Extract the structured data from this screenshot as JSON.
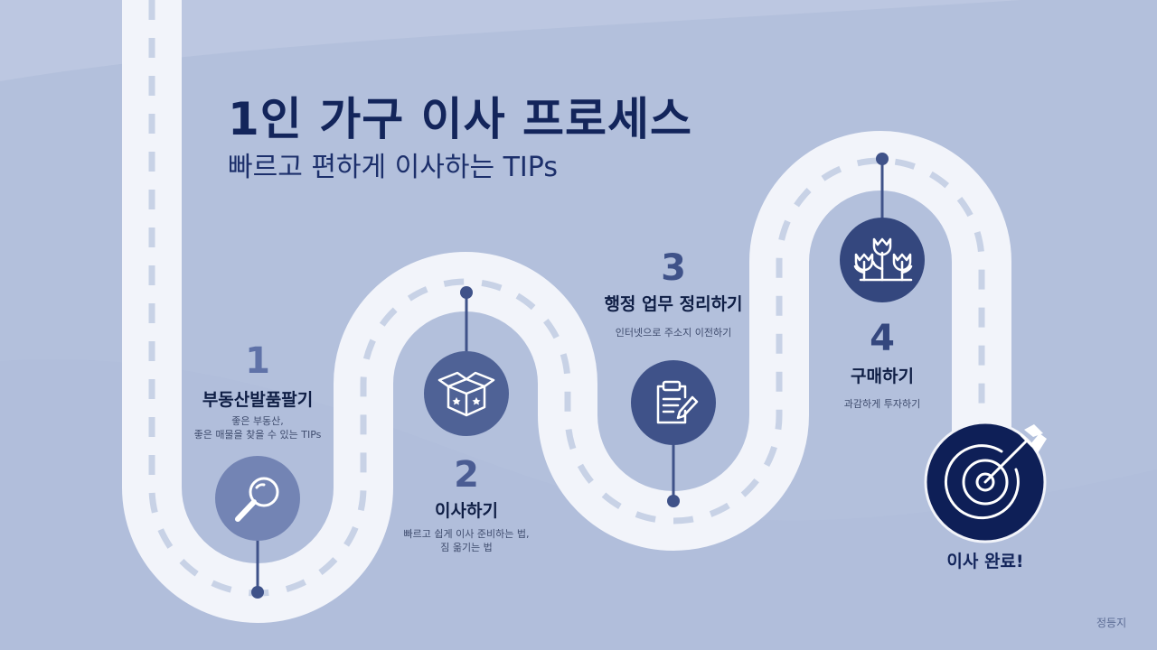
{
  "header": {
    "title": "1인 가구 이사 프로세스",
    "subtitle": "빠르고 편하게 이사하는 TIPs"
  },
  "steps": [
    {
      "number": "1",
      "title": "부동산발품팔기",
      "description_lines": [
        "좋은 부동산,",
        "좋은 매물을 찾을 수 있는 TIPs"
      ],
      "icon": "magnifier-icon"
    },
    {
      "number": "2",
      "title": "이사하기",
      "description_lines": [
        "빠르고 쉽게 이사 준비하는 법,",
        "짐 옮기는 법"
      ],
      "icon": "gift-box-icon"
    },
    {
      "number": "3",
      "title": "행정 업무 정리하기",
      "description_lines": [
        "인터넷으로 주소지 이전하기"
      ],
      "icon": "clipboard-icon"
    },
    {
      "number": "4",
      "title": "구매하기",
      "description_lines": [
        "과감하게 투자하기"
      ],
      "icon": "flowers-icon"
    }
  ],
  "final": {
    "label": "이사 완료!",
    "icon": "target-icon"
  },
  "author": "정등지",
  "colors": {
    "background": "#b4c1dd",
    "road": "#f2f4fa",
    "road_dash": "#c8d2e6",
    "navy": "#13255b",
    "step1": "#7384b4",
    "step2": "#4f6296",
    "step3": "#3f5289",
    "step4": "#34477e",
    "final": "#0e1f57"
  }
}
